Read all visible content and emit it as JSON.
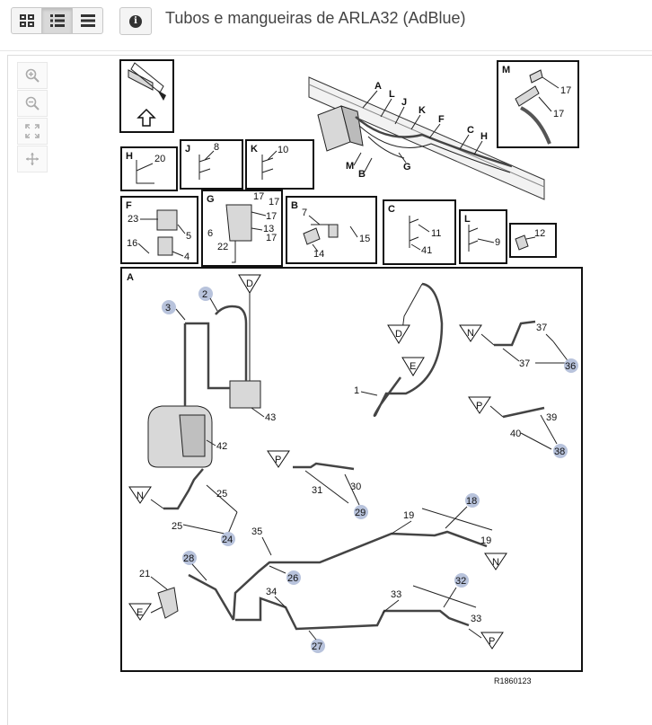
{
  "toolbar": {
    "view_buttons": [
      {
        "name": "grid-view",
        "icon": "grid-icon",
        "active": false
      },
      {
        "name": "list-detail-view",
        "icon": "list-detail-icon",
        "active": true
      },
      {
        "name": "list-view",
        "icon": "list-icon",
        "active": false
      }
    ],
    "info_icon": "info-icon",
    "info_glyph": "i",
    "title": "Tubos e mangueiras de ARLA32 (AdBlue)"
  },
  "viewer_controls": [
    "zoom-in-icon",
    "zoom-out-icon",
    "fit-screen-icon",
    "pan-icon"
  ],
  "diagram": {
    "inset_labels": {
      "H": "H",
      "J": "J",
      "K": "K",
      "F": "F",
      "G": "G",
      "B": "B",
      "C": "C",
      "L": "L",
      "M": "M",
      "A": "A"
    },
    "callouts": {
      "h20": "20",
      "j8": "8",
      "k10": "10",
      "f23": "23",
      "f16": "16",
      "f5": "5",
      "f4": "4",
      "g17a": "17",
      "g17b": "17",
      "g17c": "17",
      "g17d": "17",
      "g6": "6",
      "g13": "13",
      "g22": "22",
      "b7": "7",
      "b15": "15",
      "b14": "14",
      "c11": "11",
      "c41": "41",
      "l9": "9",
      "p12": "12",
      "m17a": "17",
      "m17b": "17",
      "overview": [
        "A",
        "L",
        "J",
        "K",
        "F",
        "C",
        "H",
        "M",
        "B",
        "G"
      ]
    },
    "main": {
      "numbers": {
        "n3": "3",
        "n2": "2",
        "n43": "43",
        "n42": "42",
        "n1": "1",
        "n37a": "37",
        "n37b": "37",
        "n36": "36",
        "n39": "39",
        "n40": "40",
        "n38": "38",
        "n31": "31",
        "n30": "30",
        "n29": "29",
        "n25a": "25",
        "n25b": "25",
        "n24": "24",
        "n35": "35",
        "n19a": "19",
        "n19b": "19",
        "n18": "18",
        "n26": "26",
        "n21": "21",
        "n28": "28",
        "n34": "34",
        "n33a": "33",
        "n33b": "33",
        "n32": "32",
        "n27": "27"
      },
      "triangles": {
        "t_d1": "D",
        "t_d2": "D",
        "t_e1": "E",
        "t_e2": "E",
        "t_n1": "N",
        "t_n2": "N",
        "t_n3": "N",
        "t_p1": "P",
        "t_p2": "P",
        "t_p3": "P"
      }
    },
    "reference": "R1860123"
  },
  "colors": {
    "badge": "#b8c3dc",
    "frame": "#111111"
  }
}
